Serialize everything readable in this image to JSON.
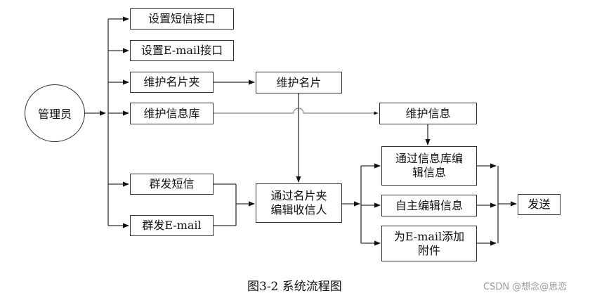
{
  "diagram": {
    "nodes": {
      "admin": "管理员",
      "sms_interface": "设置短信接口",
      "email_interface": "设置E-mail接口",
      "maintain_card_folder": "维护名片夹",
      "maintain_card": "维护名片",
      "maintain_info_db": "维护信息库",
      "maintain_info": "维护信息",
      "group_sms": "群发短信",
      "group_email": "群发E-mail",
      "select_recipient": "通过名片夹编辑收信人",
      "edit_via_db": "通过信息库编辑信息",
      "edit_self": "自主编辑信息",
      "add_attachment": "为E-mail添加附件",
      "send": "发送"
    },
    "colors": {
      "stroke": "#333333",
      "thin_line": "#666666",
      "text": "#111111",
      "watermark": "#9a9a9a"
    }
  },
  "caption": "图3-2  系统流程图",
  "watermark": "CSDN @想念@思恋"
}
